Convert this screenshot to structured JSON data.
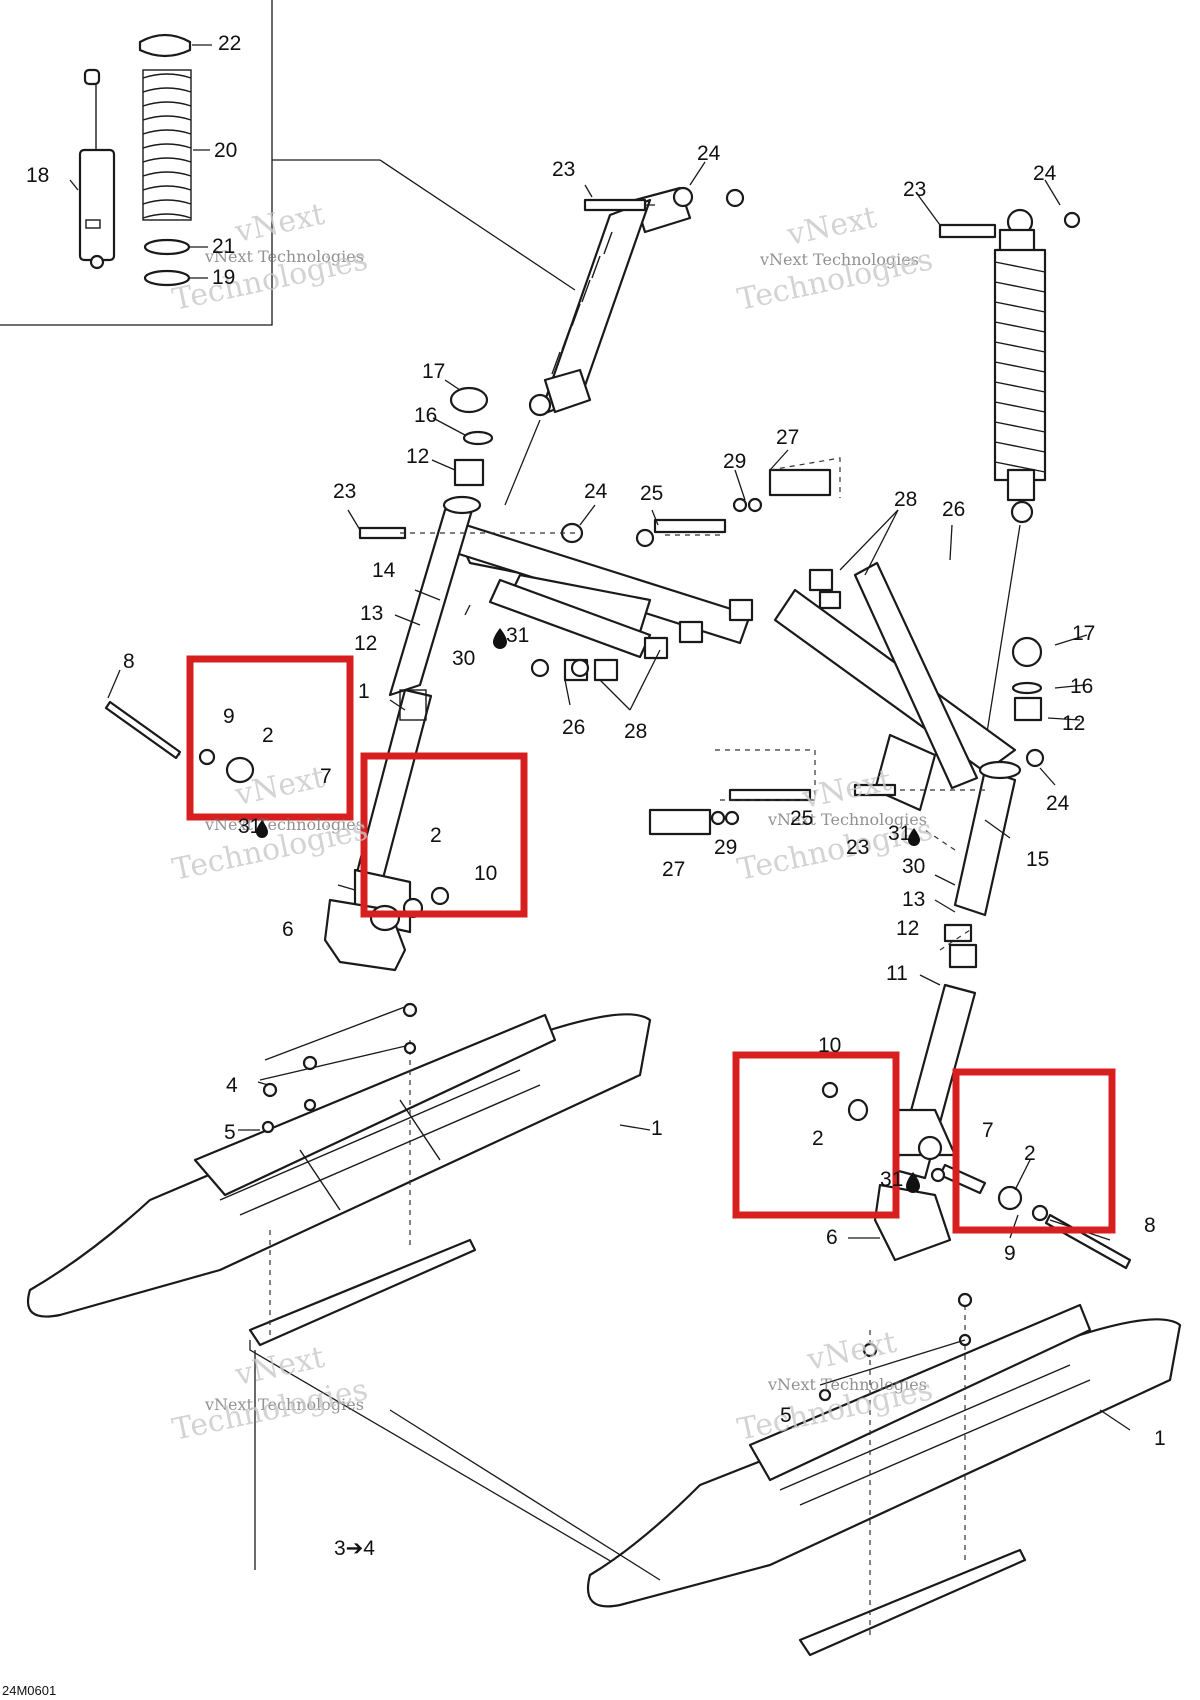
{
  "diagram": {
    "reference": "24M0601",
    "watermark_top": "vNext Technologies",
    "watermark_bottom": "Technologies",
    "watermark_small": "vNext",
    "highlight_color": "#d81f1f"
  },
  "labels": [
    {
      "id": "lbl-22",
      "text": "22"
    },
    {
      "id": "lbl-20",
      "text": "20"
    },
    {
      "id": "lbl-18",
      "text": "18"
    },
    {
      "id": "lbl-21",
      "text": "21"
    },
    {
      "id": "lbl-19",
      "text": "19"
    },
    {
      "id": "lbl-23a",
      "text": "23"
    },
    {
      "id": "lbl-24a",
      "text": "24"
    },
    {
      "id": "lbl-23b",
      "text": "23"
    },
    {
      "id": "lbl-24b",
      "text": "24"
    },
    {
      "id": "lbl-17a",
      "text": "17"
    },
    {
      "id": "lbl-16a",
      "text": "16"
    },
    {
      "id": "lbl-12a",
      "text": "12"
    },
    {
      "id": "lbl-23c",
      "text": "23"
    },
    {
      "id": "lbl-24c",
      "text": "24"
    },
    {
      "id": "lbl-25a",
      "text": "25"
    },
    {
      "id": "lbl-29a",
      "text": "29"
    },
    {
      "id": "lbl-27a",
      "text": "27"
    },
    {
      "id": "lbl-28a",
      "text": "28"
    },
    {
      "id": "lbl-26a",
      "text": "26"
    },
    {
      "id": "lbl-14",
      "text": "14"
    },
    {
      "id": "lbl-13a",
      "text": "13"
    },
    {
      "id": "lbl-12b",
      "text": "12"
    },
    {
      "id": "lbl-30a",
      "text": "30"
    },
    {
      "id": "lbl-31a",
      "text": "31"
    },
    {
      "id": "lbl-8a",
      "text": "8"
    },
    {
      "id": "lbl-9a",
      "text": "9"
    },
    {
      "id": "lbl-2a",
      "text": "2"
    },
    {
      "id": "lbl-1a",
      "text": "1"
    },
    {
      "id": "lbl-7a",
      "text": "7"
    },
    {
      "id": "lbl-31b",
      "text": "31"
    },
    {
      "id": "lbl-2b",
      "text": "2"
    },
    {
      "id": "lbl-10a",
      "text": "10"
    },
    {
      "id": "lbl-6a",
      "text": "6"
    },
    {
      "id": "lbl-26b",
      "text": "26"
    },
    {
      "id": "lbl-28b",
      "text": "28"
    },
    {
      "id": "lbl-17b",
      "text": "17"
    },
    {
      "id": "lbl-16b",
      "text": "16"
    },
    {
      "id": "lbl-12c",
      "text": "12"
    },
    {
      "id": "lbl-24d",
      "text": "24"
    },
    {
      "id": "lbl-25b",
      "text": "25"
    },
    {
      "id": "lbl-23d",
      "text": "23"
    },
    {
      "id": "lbl-31c",
      "text": "31"
    },
    {
      "id": "lbl-29b",
      "text": "29"
    },
    {
      "id": "lbl-27b",
      "text": "27"
    },
    {
      "id": "lbl-30b",
      "text": "30"
    },
    {
      "id": "lbl-15",
      "text": "15"
    },
    {
      "id": "lbl-13b",
      "text": "13"
    },
    {
      "id": "lbl-12d",
      "text": "12"
    },
    {
      "id": "lbl-11",
      "text": "11"
    },
    {
      "id": "lbl-4",
      "text": "4"
    },
    {
      "id": "lbl-5",
      "text": "5"
    },
    {
      "id": "lbl-1b",
      "text": "1"
    },
    {
      "id": "lbl-10b",
      "text": "10"
    },
    {
      "id": "lbl-2c",
      "text": "2"
    },
    {
      "id": "lbl-31d",
      "text": "31"
    },
    {
      "id": "lbl-7b",
      "text": "7"
    },
    {
      "id": "lbl-2d",
      "text": "2"
    },
    {
      "id": "lbl-8b",
      "text": "8"
    },
    {
      "id": "lbl-6b",
      "text": "6"
    },
    {
      "id": "lbl-9b",
      "text": "9"
    },
    {
      "id": "lbl-5b",
      "text": "5"
    },
    {
      "id": "lbl-1c",
      "text": "1"
    },
    {
      "id": "lbl-3to4",
      "text": "3➔4"
    }
  ]
}
